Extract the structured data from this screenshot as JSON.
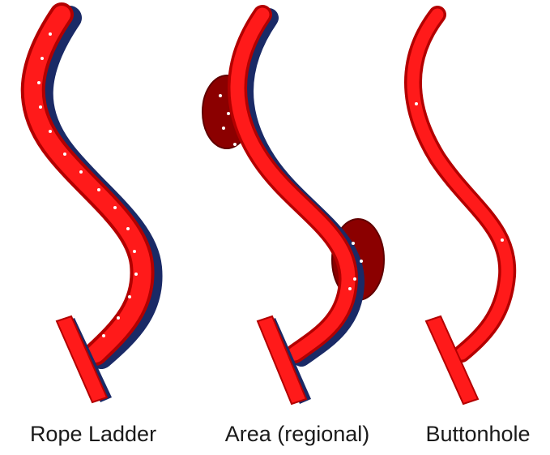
{
  "panels": [
    {
      "id": "rope-ladder",
      "caption": "Rope Ladder"
    },
    {
      "id": "area",
      "caption": "Area (regional)"
    },
    {
      "id": "buttonhole",
      "caption": "Buttonhole"
    }
  ],
  "colors": {
    "vessel": "#ff1a1a",
    "vessel_outline": "#b30000",
    "aneurysm": "#8b0000",
    "shadow": "#1a2a66",
    "puncture_mark": "#ffffff"
  }
}
